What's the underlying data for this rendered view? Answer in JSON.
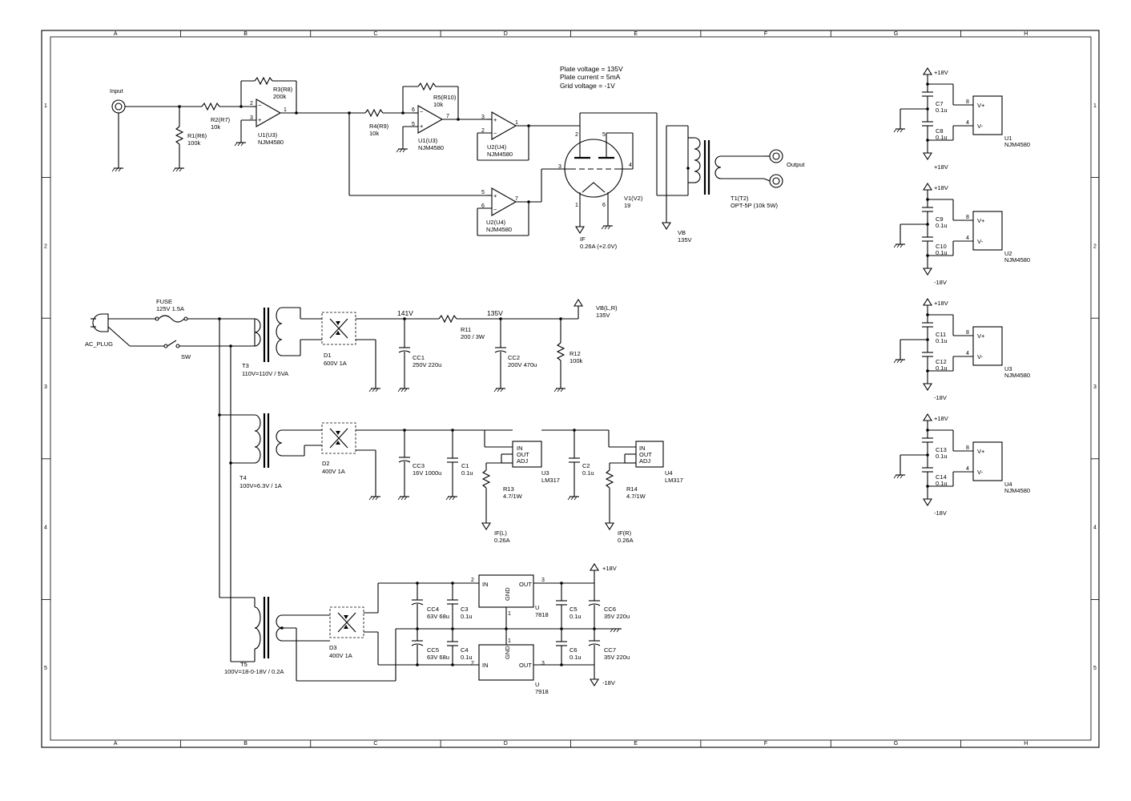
{
  "frame": {
    "columns": [
      "A",
      "B",
      "C",
      "D",
      "E",
      "F",
      "G",
      "H"
    ],
    "rows": [
      "1",
      "2",
      "3",
      "4",
      "5"
    ]
  },
  "tube_info": {
    "plate_voltage": "Plate voltage = 135V",
    "plate_current": "Plate current = 5mA",
    "grid_voltage": "Grid  voltage = -1V"
  },
  "signal": {
    "input": "Input",
    "output": "Output",
    "r1": {
      "ref": "R1(R6)",
      "val": "100k"
    },
    "r2": {
      "ref": "R2(R7)",
      "val": "10k"
    },
    "r3": {
      "ref": "R3(R8)",
      "val": "200k"
    },
    "r4": {
      "ref": "R4(R9)",
      "val": "10k"
    },
    "r5": {
      "ref": "R5(R10)",
      "val": "10k"
    },
    "u1a": {
      "ref": "U1(U3)",
      "val": "NJM4580"
    },
    "u1b": {
      "ref": "U1(U3)",
      "val": "NJM4580"
    },
    "u2a": {
      "ref": "U2(U4)",
      "val": "NJM4580"
    },
    "u2b": {
      "ref": "U2(U4)",
      "val": "NJM4580"
    },
    "v1": {
      "ref": "V1(V2)",
      "val": "19"
    },
    "filament": {
      "ref": "IF",
      "val": "0.26A (+2.0V)"
    },
    "vb": {
      "ref": "VB",
      "val": "135V"
    },
    "t1": {
      "ref": "T1(T2)",
      "val": "OPT-5P (10k 5W)"
    },
    "pins": {
      "p1": "1",
      "p2": "2",
      "p3": "3",
      "p5": "5",
      "p6": "6",
      "p7": "7",
      "p4": "4"
    }
  },
  "power": {
    "fuse": {
      "ref": "FUSE",
      "val": "125V 1.5A"
    },
    "plug": "AC_PLUG",
    "sw": "SW",
    "t3": {
      "ref": "T3",
      "val": "110V=110V / 5VA"
    },
    "t4": {
      "ref": "T4",
      "val": "100V=6.3V / 1A"
    },
    "t5": {
      "ref": "T5",
      "val": "100V=18-0-18V / 0.2A"
    },
    "d1": {
      "ref": "D1",
      "val": "600V 1A"
    },
    "d2": {
      "ref": "D2",
      "val": "400V 1A"
    },
    "d3": {
      "ref": "D3",
      "val": "400V 1A"
    },
    "v141": "141V",
    "v135": "135V",
    "r11": {
      "ref": "R11",
      "val": "200 / 3W"
    },
    "r12": {
      "ref": "R12",
      "val": "100k"
    },
    "cc1": {
      "ref": "CC1",
      "val": "250V 220u"
    },
    "cc2": {
      "ref": "CC2",
      "val": "200V 470u"
    },
    "vb_out": {
      "ref": "VB(L,R)",
      "val": "135V"
    },
    "cc3": {
      "ref": "CC3",
      "val": "16V 1000u"
    },
    "c1": {
      "ref": "C1",
      "val": "0.1u"
    },
    "c2": {
      "ref": "C2",
      "val": "0.1u"
    },
    "u3": {
      "ref": "U3",
      "val": "LM317"
    },
    "u4": {
      "ref": "U4",
      "val": "LM317"
    },
    "reg_in": "IN",
    "reg_out": "OUT",
    "reg_adj": "ADJ",
    "r13": {
      "ref": "R13",
      "val": "4.7/1W"
    },
    "r14": {
      "ref": "R14",
      "val": "4.7/1W"
    },
    "ifl": {
      "ref": "IF(L)",
      "val": "0.26A"
    },
    "ifr": {
      "ref": "IF(R)",
      "val": "0.26A"
    },
    "cc4": {
      "ref": "CC4",
      "val": "63V 68u"
    },
    "cc5": {
      "ref": "CC5",
      "val": "63V 68u"
    },
    "c3": {
      "ref": "C3",
      "val": "0.1u"
    },
    "c4": {
      "ref": "C4",
      "val": "0.1u"
    },
    "c5": {
      "ref": "C5",
      "val": "0.1u"
    },
    "c6": {
      "ref": "C6",
      "val": "0.1u"
    },
    "cc6": {
      "ref": "CC6",
      "val": "35V 220u"
    },
    "cc7": {
      "ref": "CC7",
      "val": "35V 220u"
    },
    "u7818": {
      "ref": "U",
      "val": "7818"
    },
    "u7918": {
      "ref": "U",
      "val": "7918"
    },
    "gnd": "GND",
    "p18": "+18V",
    "m18": "-18V"
  },
  "decoupling": [
    {
      "top": "+18V",
      "bot": "+18V",
      "ca": "C7",
      "cb": "C8",
      "u": "U1",
      "uv": "NJM4580"
    },
    {
      "top": "+18V",
      "bot": "-18V",
      "ca": "C9",
      "cb": "C10",
      "u": "U2",
      "uv": "NJM4580"
    },
    {
      "top": "+18V",
      "bot": "-18V",
      "ca": "C11",
      "cb": "C12",
      "u": "U3",
      "uv": "NJM4580"
    },
    {
      "top": "+18V",
      "bot": "-18V",
      "ca": "C13",
      "cb": "C14",
      "u": "U4",
      "uv": "NJM4580"
    }
  ],
  "decoupling_common": {
    "cval": "0.1u",
    "vplus": "V+",
    "vminus": "V-",
    "pin8": "8",
    "pin4": "4"
  }
}
